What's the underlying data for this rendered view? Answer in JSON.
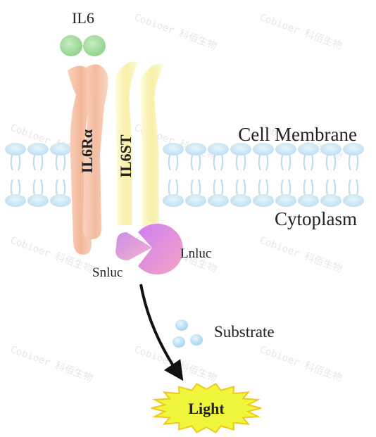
{
  "labels": {
    "ligand": "IL6",
    "receptor_alpha": "IL6Rα",
    "receptor_gp130": "IL6ST",
    "membrane": "Cell Membrane",
    "cytoplasm": "Cytoplasm",
    "large_fragment": "Lnluc",
    "small_fragment": "Snluc",
    "substrate": "Substrate",
    "output": "Light"
  },
  "watermark": "Cobioer 科佰生物",
  "colors": {
    "ligand": "#9fd79a",
    "receptor_alpha": "#f6c2a8",
    "receptor_gp130": "#fbf5b8",
    "membrane_lipid": "#cfe6f3",
    "large_fragment": "#e79bd8",
    "small_fragment": "#f2a6c6",
    "substrate": "#bfe3f5",
    "light_burst": "#eef53a",
    "light_text": "#2e9a2e",
    "receptor_alpha_text": "#7a3a1c",
    "receptor_gp130_text": "#7a6a10"
  }
}
